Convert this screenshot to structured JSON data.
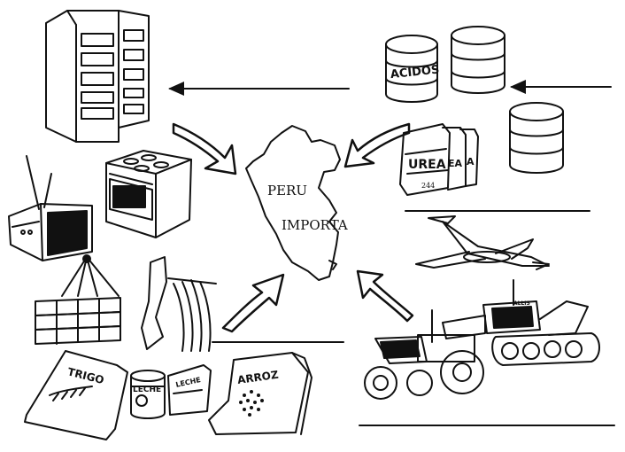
{
  "map": {
    "line1": "PERU",
    "line2": "IMPORTA"
  },
  "labels": {
    "acidos": "ACIDOS",
    "urea": "UREA",
    "urea_partial_1": "EA",
    "urea_partial_2": "A",
    "urea_small": "244",
    "trigo": "TRIGO",
    "leche": "LECHE",
    "leche_box": "LECHE",
    "arroz": "ARROZ",
    "tractor_brand": "ALLIS"
  },
  "colors": {
    "ink": "#111111",
    "paper": "#ffffff"
  }
}
